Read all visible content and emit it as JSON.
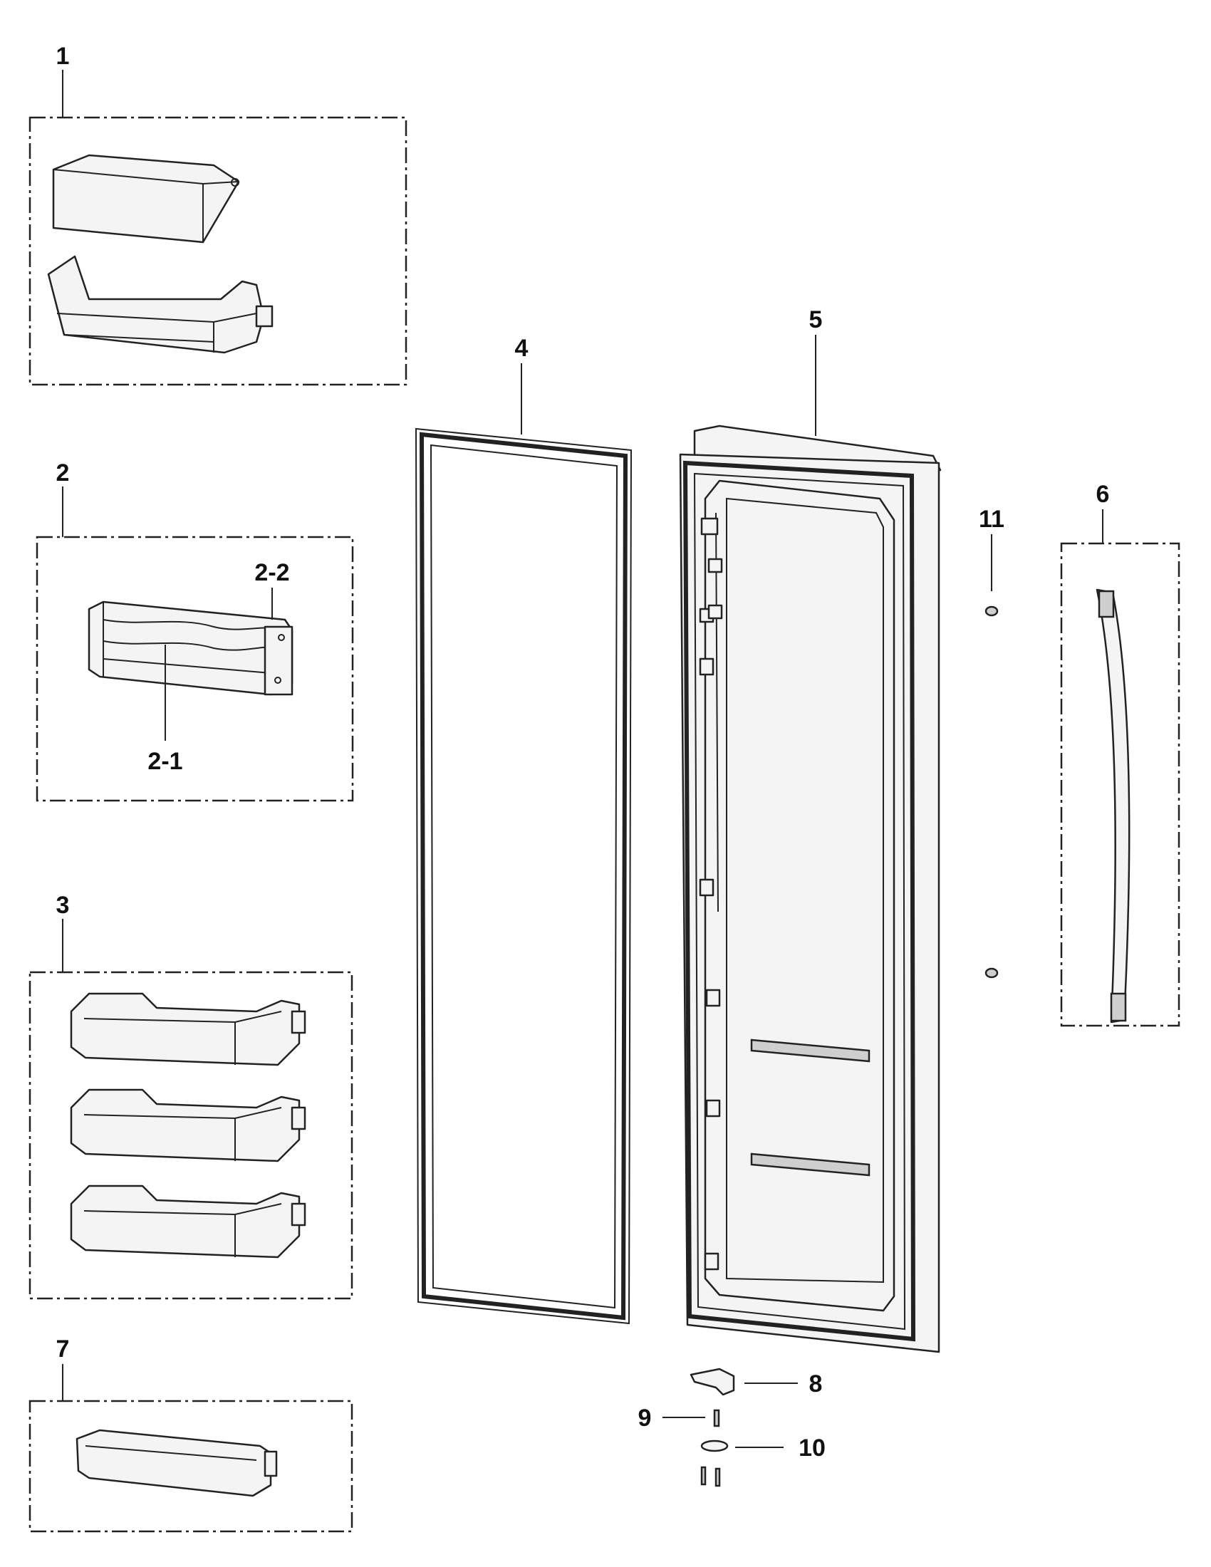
{
  "callouts": {
    "c1": "1",
    "c2": "2",
    "c2_1": "2-1",
    "c2_2": "2-2",
    "c3": "3",
    "c4": "4",
    "c5": "5",
    "c6": "6",
    "c7": "7",
    "c8": "8",
    "c9": "9",
    "c10": "10",
    "c11": "11"
  }
}
